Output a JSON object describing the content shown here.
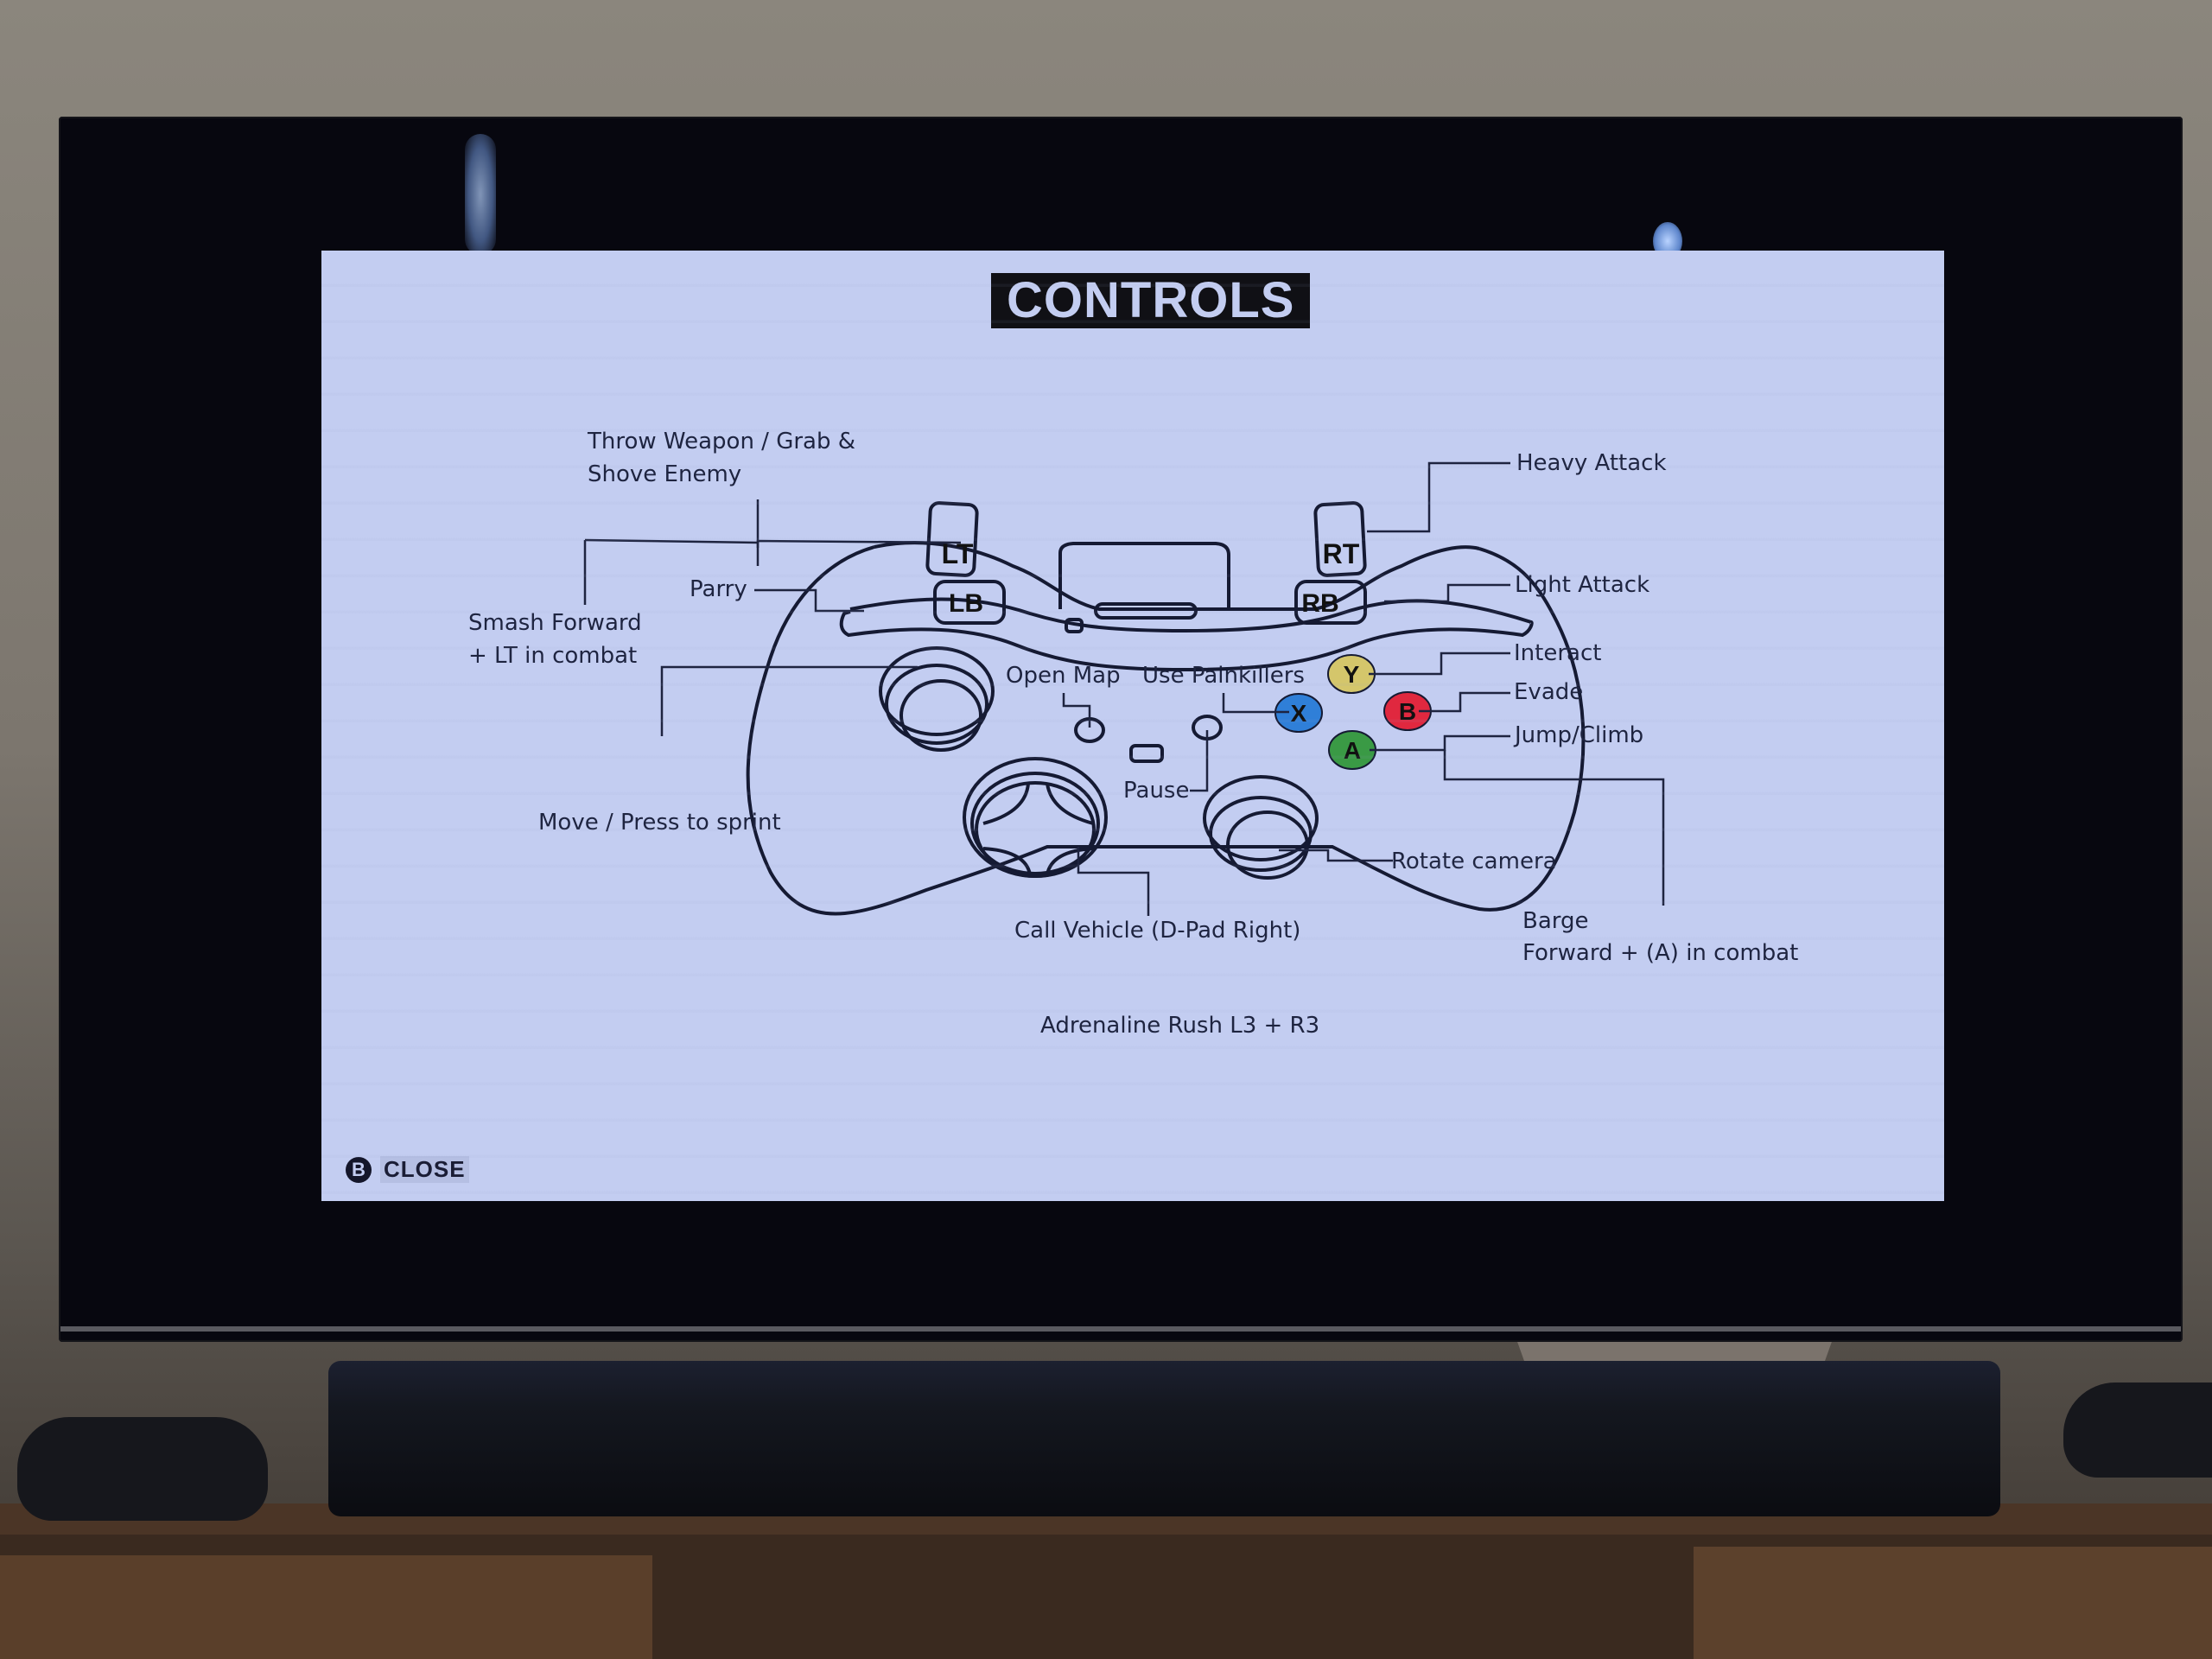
{
  "screen": {
    "title": "CONTROLS",
    "footer": {
      "button_glyph": "B",
      "close_label": "CLOSE"
    }
  },
  "controller": {
    "buttons": {
      "lt": "LT",
      "rt": "RT",
      "lb": "LB",
      "rb": "RB",
      "y": "Y",
      "x": "X",
      "b": "B",
      "a": "A"
    },
    "button_colors": {
      "y": "#d4c66b",
      "x": "#2f7fd8",
      "b": "#e0283f",
      "a": "#3a9a45"
    }
  },
  "mappings": {
    "throw_weapon": "Throw Weapon / Grab & Shove Enemy",
    "parry": "Parry",
    "smash": "Smash Forward + LT in combat",
    "move": "Move / Press to sprint",
    "open_map": "Open Map",
    "use_painkillers": "Use Painkillers",
    "pause": "Pause",
    "call_vehicle": "Call Vehicle (D-Pad Right)",
    "adrenaline": "Adrenaline Rush L3 + R3",
    "heavy_attack": "Heavy Attack",
    "light_attack": "Light Attack",
    "interact": "Interact",
    "evade": "Evade",
    "jump_climb": "Jump/Climb",
    "rotate_camera": "Rotate camera",
    "barge_title": "Barge",
    "barge_detail": "Forward + (A) in combat"
  },
  "colors": {
    "screen_bg": "#c3cdf1",
    "line_ink": "#1e2440"
  }
}
